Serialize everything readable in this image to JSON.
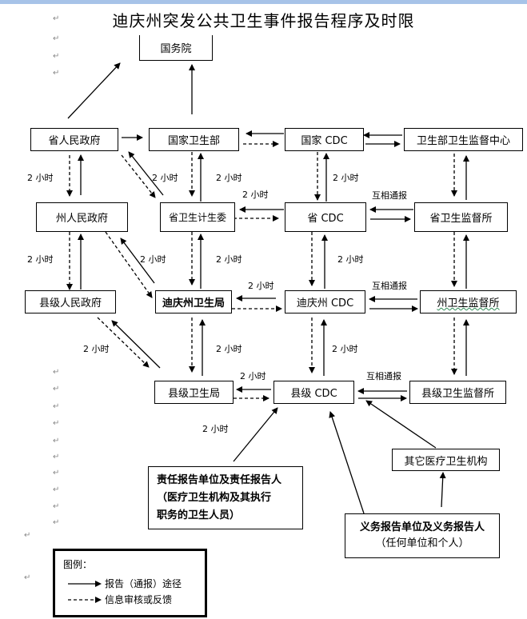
{
  "title": "迪庆州突发公共卫生事件报告程序及时限",
  "nodes": {
    "state_council": "国务院",
    "prov_gov": "省人民政府",
    "nhc": "国家卫生部",
    "nat_cdc": "国家 CDC",
    "sup_center": "卫生部卫生监督中心",
    "pref_gov": "州人民政府",
    "prov_hfpc": "省卫生计生委",
    "prov_cdc": "省 CDC",
    "prov_sup": "省卫生监督所",
    "county_gov": "县级人民政府",
    "diqing_bureau": "迪庆州卫生局",
    "diqing_cdc": "迪庆州 CDC",
    "pref_sup": "州卫生监督所",
    "county_bureau": "县级卫生局",
    "county_cdc": "县级 CDC",
    "county_sup": "县级卫生监督所",
    "other_med": "其它医疗卫生机构",
    "resp_reporter": [
      "责任报告单位及责任报告人",
      "（医疗卫生机构及其执行",
      "职务的卫生人员）"
    ],
    "oblig_reporter": [
      "义务报告单位及义务报告人",
      "（任何单位和个人）"
    ]
  },
  "labels": {
    "two_hours": "2 小时",
    "mutual": "互相通报"
  },
  "legend": {
    "title": "图例：",
    "solid": "报告（通报）途径",
    "dashed": "信息审核或反馈"
  },
  "colors": {
    "line": "#000000",
    "topbar": "#a7c3e8",
    "paragraph_mark": "#888888"
  }
}
